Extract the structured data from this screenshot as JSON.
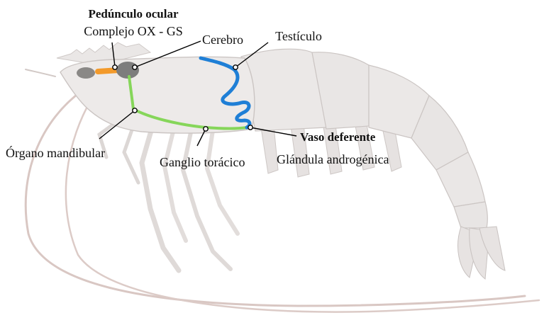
{
  "labels": {
    "eyestalk_title": "Pedúnculo ocular",
    "eyestalk_complex": "Complejo OX - GS",
    "brain": "Cerebro",
    "testis": "Testículo",
    "mandibular_organ": "Órgano mandibular",
    "thoracic_ganglion": "Ganglio torácico",
    "vas_deferens": "Vaso deferente",
    "androgenic_gland": "Glándula androgénica"
  },
  "colors": {
    "body": "#e9e6e5",
    "body_outline": "#c9c3c1",
    "antenna": "#d8c4c0",
    "eyestalk_complex": "#f39a2b",
    "brain": "#7d7d7d",
    "nerve_cord": "#86d65a",
    "testis": "#1f7fd6",
    "leader_line": "#000000"
  }
}
